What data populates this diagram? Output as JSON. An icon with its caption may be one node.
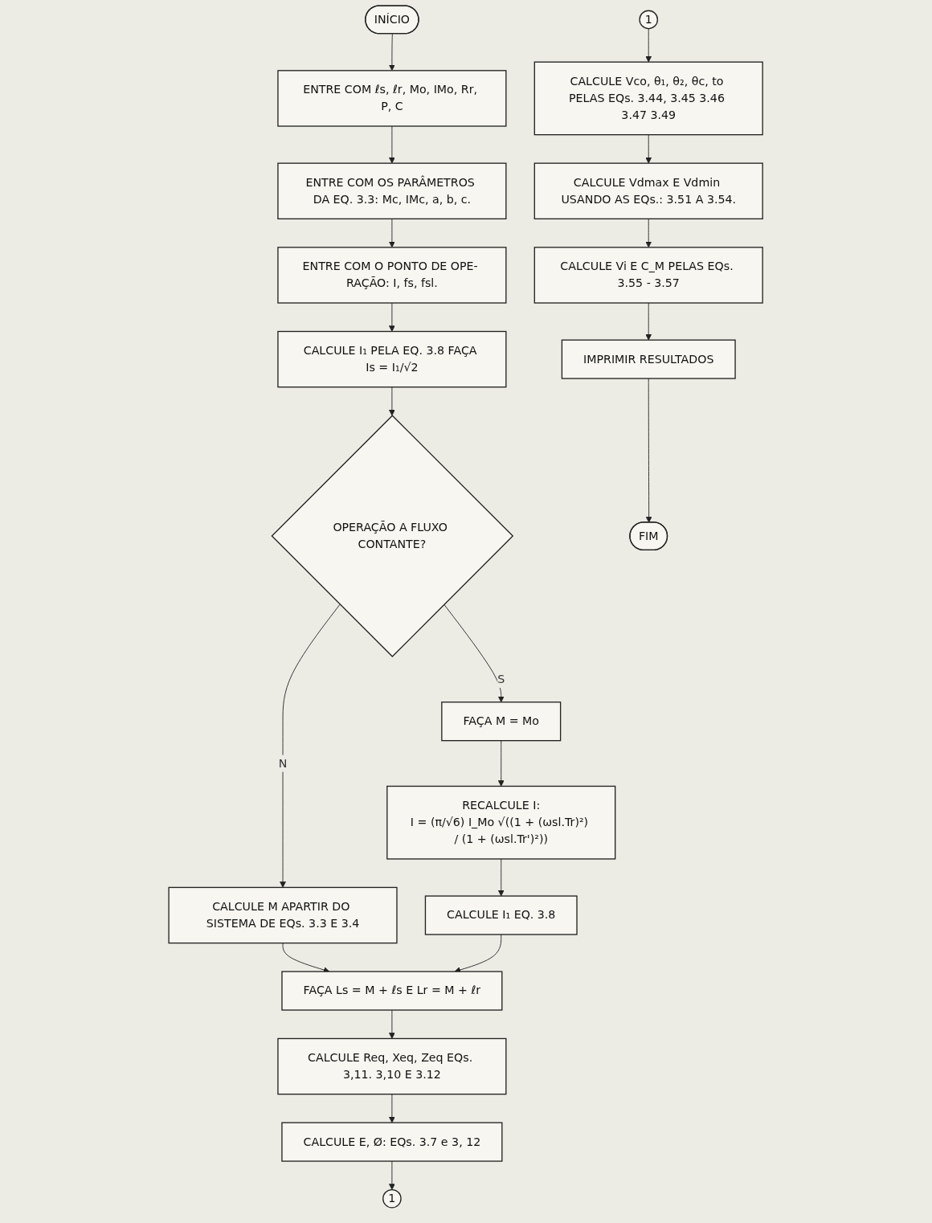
{
  "diagram": {
    "nodes": [
      {
        "text": [
          "INÍCIO"
        ]
      },
      {
        "text": [
          "ENTRE COM ℓs, ℓr, Mo, IMo, Rr, P, C"
        ]
      },
      {
        "text": [
          "ENTRE COM OS PARÂMETROS DA EQ. 3.3: Mc, IMc, a, b, c."
        ]
      },
      {
        "text": [
          "ENTRE COM O PONTO DE OPE- RAÇÃO: I, fs, fsl."
        ]
      },
      {
        "text": [
          "CALCULE I₁ PELA EQ. 3.8 FAÇA Is = I₁/√2"
        ]
      },
      {
        "text": [
          "OPERAÇÃO A FLUXO CONTANTE?"
        ]
      },
      {
        "text": [
          "FAÇA M = Mo"
        ]
      },
      {
        "text": [
          "CALCULE M APARTIR DO SISTEMA DE EQs. 3.3 E 3.4"
        ]
      },
      {
        "text": [
          "RECALCULE I:",
          "I = (π/√6) I_Mo √((1 + (ωsl.Tr)²) / (1 + (ωsl.Tr')²))"
        ]
      },
      {
        "text": [
          "CALCULE I₁ EQ. 3.8"
        ]
      },
      {
        "text": [
          "FAÇA Ls = M + ℓs E Lr = M + ℓr"
        ]
      },
      {
        "text": [
          "CALCULE Req, Xeq, Zeq EQs. 3,11. 3,10 E 3.12"
        ]
      },
      {
        "text": [
          "CALCULE E, Ø: EQs. 3.7 e 3, 12"
        ]
      },
      {
        "text": [
          "1"
        ]
      },
      {
        "text": [
          "1"
        ]
      },
      {
        "text": [
          "CALCULE Vco, θ₁, θ₂, θc, to PELAS EQs. 3.44, 3.45 3.46 3.47 3.49"
        ]
      },
      {
        "text": [
          "CALCULE Vdmax E Vdmin USANDO AS EQs.: 3.51 A 3.54."
        ]
      },
      {
        "text": [
          "CALCULE Vi E C_M PELAS EQs. 3.55 - 3.57"
        ]
      },
      {
        "text": [
          "IMPRIMIR RESULTADOS"
        ]
      },
      {
        "text": [
          "FIM"
        ]
      }
    ],
    "edges": [
      {
        "from": 0,
        "to": 1,
        "arrow": "to"
      },
      {
        "from": 1,
        "to": 2,
        "arrow": "to"
      },
      {
        "from": 2,
        "to": 3,
        "arrow": "to"
      },
      {
        "from": 3,
        "to": 4,
        "arrow": "to"
      },
      {
        "from": 4,
        "to": 5,
        "arrow": "to"
      },
      {
        "from": 5,
        "to": 6,
        "arrow": "to",
        "label": "S"
      },
      {
        "from": 5,
        "to": 7,
        "arrow": "to",
        "label": "N"
      },
      {
        "from": 6,
        "to": 8,
        "arrow": "to"
      },
      {
        "from": 8,
        "to": 9,
        "arrow": "to"
      },
      {
        "from": 7,
        "to": 10,
        "arrow": "to"
      },
      {
        "from": 9,
        "to": 10,
        "arrow": "to"
      },
      {
        "from": 10,
        "to": 11,
        "arrow": "to"
      },
      {
        "from": 11,
        "to": 12,
        "arrow": "to"
      },
      {
        "from": 12,
        "to": 13,
        "arrow": "to"
      },
      {
        "from": 14,
        "to": 15,
        "arrow": "to"
      },
      {
        "from": 15,
        "to": 16,
        "arrow": "to"
      },
      {
        "from": 16,
        "to": 17,
        "arrow": "to"
      },
      {
        "from": 17,
        "to": 18,
        "arrow": "to"
      },
      {
        "from": 18,
        "to": 19,
        "arrow": "to"
      }
    ]
  }
}
